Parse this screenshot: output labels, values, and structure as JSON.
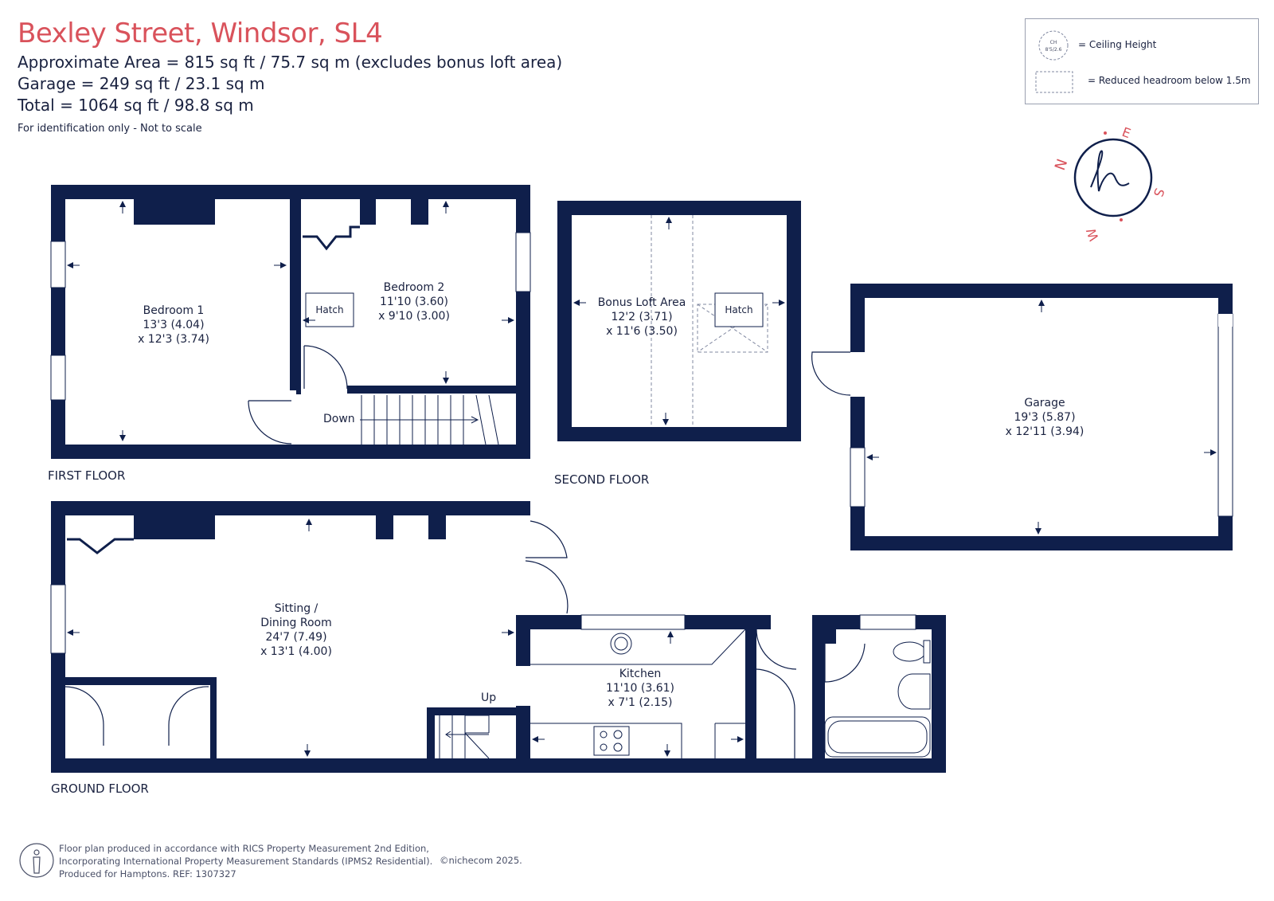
{
  "header": {
    "title": "Bexley Street, Windsor, SL4",
    "approx_area": "Approximate Area = 815 sq ft / 75.7 sq m (excludes bonus loft area)",
    "garage_area": "Garage = 249 sq ft / 23.1 sq m",
    "total_area": "Total = 1064 sq ft / 98.8 sq m",
    "disclaimer": "For identification only - Not to scale"
  },
  "legend": {
    "ceiling_height_label": "= Ceiling Height",
    "ceiling_icon_line1": "CH",
    "ceiling_icon_line2": "8'5/2.6",
    "reduced_headroom_label": "= Reduced headroom below 1.5m"
  },
  "compass": {
    "n": "N",
    "e": "E",
    "s": "S",
    "w": "W",
    "logo": "h"
  },
  "floors": {
    "first": "FIRST FLOOR",
    "second": "SECOND FLOOR",
    "ground": "GROUND FLOOR"
  },
  "rooms": {
    "bedroom1": {
      "name": "Bedroom 1",
      "dim1": "13'3 (4.04)",
      "dim2": "x 12'3 (3.74)"
    },
    "bedroom2": {
      "name": "Bedroom 2",
      "dim1": "11'10 (3.60)",
      "dim2": "x 9'10 (3.00)"
    },
    "loft": {
      "name": "Bonus Loft Area",
      "dim1": "12'2 (3.71)",
      "dim2": "x 11'6 (3.50)"
    },
    "garage": {
      "name": "Garage",
      "dim1": "19'3 (5.87)",
      "dim2": "x 12'11 (3.94)"
    },
    "sitting": {
      "name1": "Sitting /",
      "name2": "Dining Room",
      "dim1": "24'7 (7.49)",
      "dim2": "x 13'1 (4.00)"
    },
    "kitchen": {
      "name": "Kitchen",
      "dim1": "11'10 (3.61)",
      "dim2": "x 7'1 (2.15)"
    }
  },
  "labels": {
    "hatch": "Hatch",
    "down": "Down",
    "up": "Up"
  },
  "footer": {
    "line1": "Floor plan produced in accordance with RICS Property Measurement 2nd Edition,",
    "line2": "Incorporating International Property Measurement Standards (IPMS2 Residential).",
    "line3": "Produced for Hamptons.   REF:  1307327",
    "credit": "©nichecom 2025."
  },
  "colors": {
    "wall": "#0f1f4b",
    "title": "#d9525b",
    "compass": "#d9525b"
  }
}
